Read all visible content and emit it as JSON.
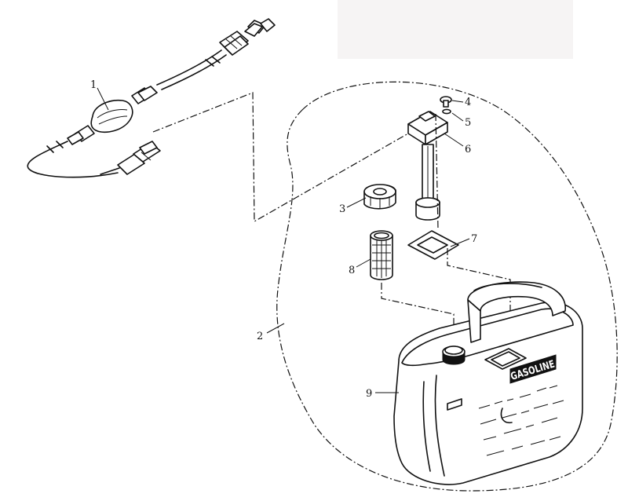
{
  "callouts": [
    {
      "id": "1",
      "label": "1"
    },
    {
      "id": "2",
      "label": "2"
    },
    {
      "id": "3",
      "label": "3"
    },
    {
      "id": "4",
      "label": "4"
    },
    {
      "id": "5",
      "label": "5"
    },
    {
      "id": "6",
      "label": "6"
    },
    {
      "id": "7",
      "label": "7"
    },
    {
      "id": "8",
      "label": "8"
    },
    {
      "id": "9",
      "label": "9"
    }
  ],
  "tank": {
    "brand_text": "GASOLINE"
  }
}
